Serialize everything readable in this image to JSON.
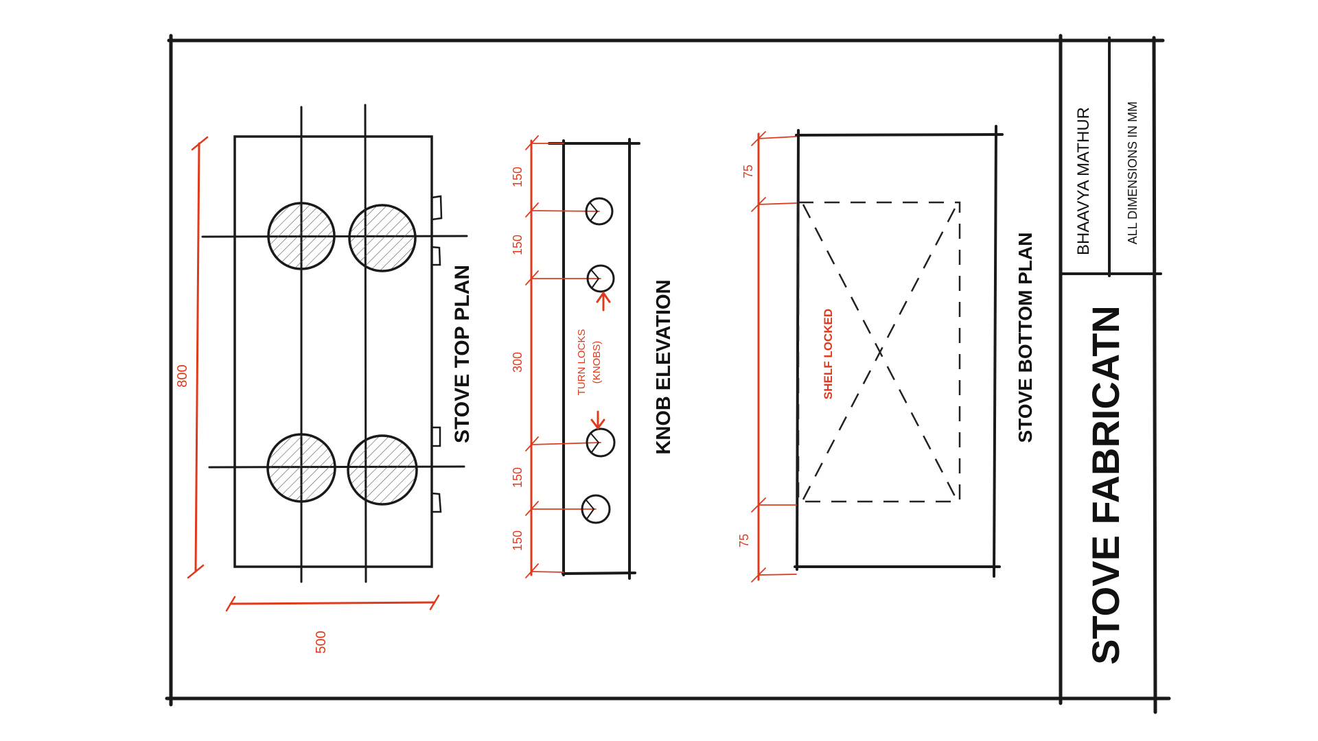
{
  "colors": {
    "ink": "#1a1a1a",
    "dimension": "#e03a1e"
  },
  "top_plan": {
    "label": "STOVE TOP PLAN",
    "dim_length": "800",
    "dim_width": "500"
  },
  "knob_elevation": {
    "label": "KNOB ELEVATION",
    "note_line1": "TURN LOCKS",
    "note_line2": "(KNOBS)",
    "dims": [
      "150",
      "150",
      "300",
      "150",
      "150"
    ]
  },
  "bottom_plan": {
    "label": "STOVE BOTTOM PLAN",
    "note": "SHELF LOCKED",
    "dim_top": "75",
    "dim_bottom": "75"
  },
  "title_block": {
    "author": "BHAAVYA MATHUR",
    "units_note": "ALL DIMENSIONS IN MM",
    "title": "STOVE FABRICATN"
  }
}
